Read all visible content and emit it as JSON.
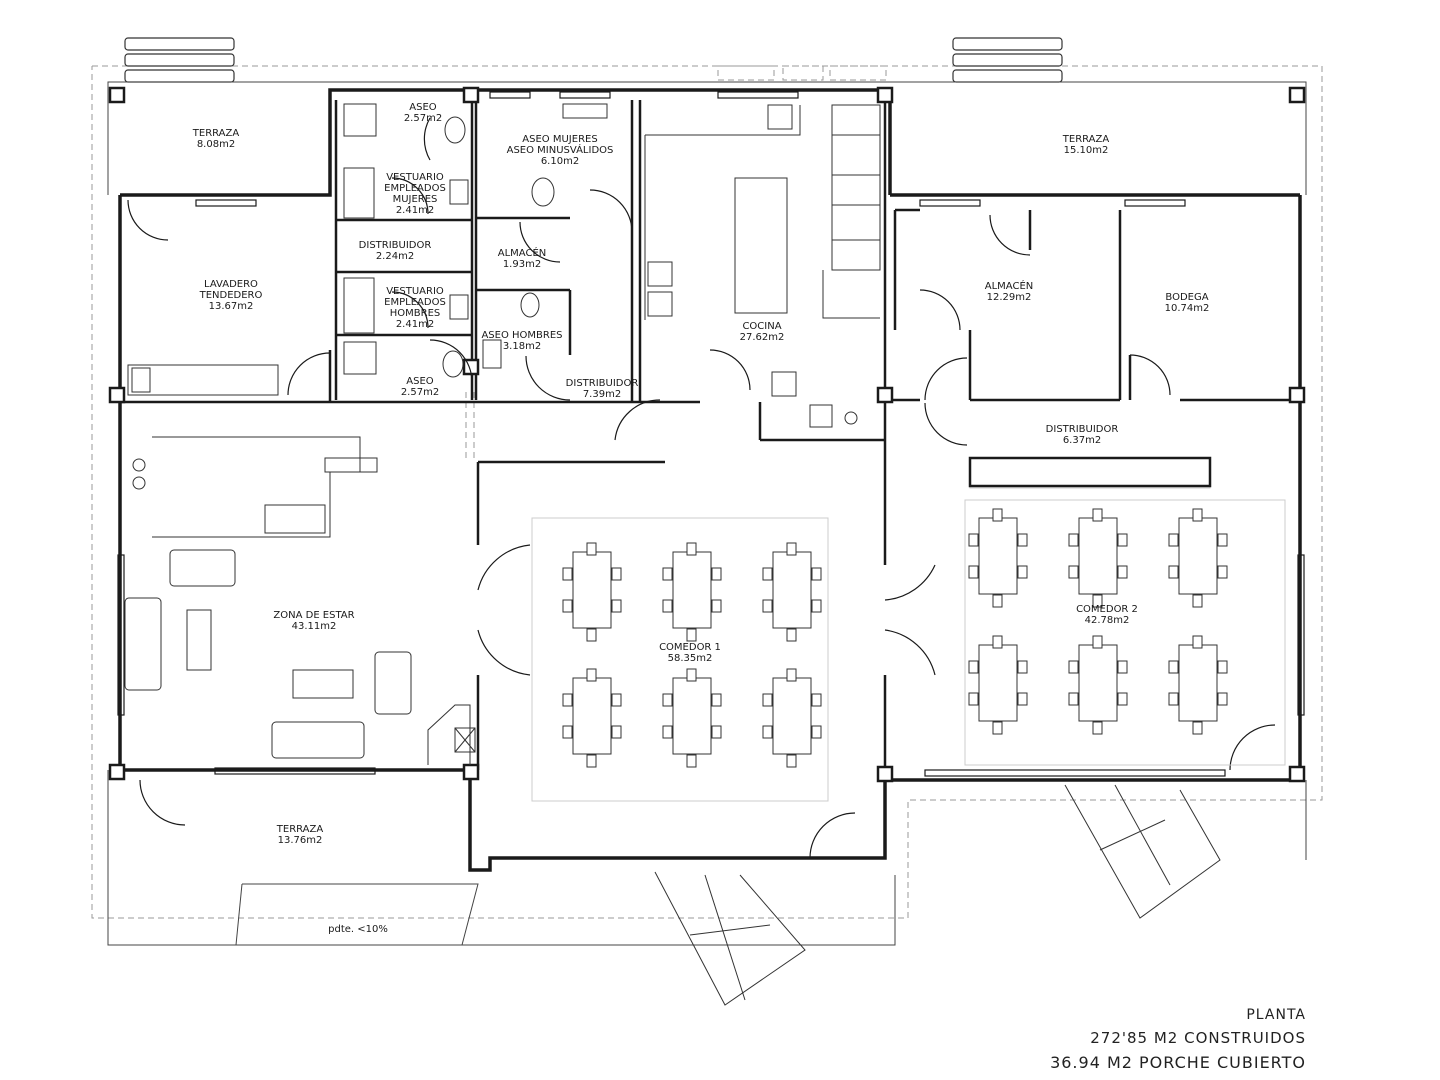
{
  "rooms": [
    {
      "name": "TERRAZA",
      "area": "8.08m2"
    },
    {
      "name": "ASEO",
      "area": "2.57m2"
    },
    {
      "name": "ASEO MUJERES",
      "name2": "ASEO MINUSVÁLIDOS",
      "area": "6.10m2"
    },
    {
      "name": "VESTUARIO",
      "name2": "EMPLEADOS",
      "name3": "MUJERES",
      "area": "2.41m2"
    },
    {
      "name": "DISTRIBUIDOR",
      "area": "2.24m2"
    },
    {
      "name": "ALMACÉN",
      "area": "1.93m2"
    },
    {
      "name": "LAVADERO",
      "name2": "TENDEDERO",
      "area": "13.67m2"
    },
    {
      "name": "VESTUARIO",
      "name2": "EMPLEADOS",
      "name3": "HOMBRES",
      "area": "2.41m2"
    },
    {
      "name": "ASEO HOMBRES",
      "area": "3.18m2"
    },
    {
      "name": "ASEO",
      "area": "2.57m2"
    },
    {
      "name": "DISTRIBUIDOR",
      "area": "7.39m2"
    },
    {
      "name": "COCINA",
      "area": "27.62m2"
    },
    {
      "name": "TERRAZA",
      "area": "15.10m2"
    },
    {
      "name": "ALMACÉN",
      "area": "12.29m2"
    },
    {
      "name": "BODEGA",
      "area": "10.74m2"
    },
    {
      "name": "DISTRIBUIDOR",
      "area": "6.37m2"
    },
    {
      "name": "ZONA DE ESTAR",
      "area": "43.11m2"
    },
    {
      "name": "COMEDOR 1",
      "area": "58.35m2"
    },
    {
      "name": "COMEDOR 2",
      "area": "42.78m2"
    },
    {
      "name": "TERRAZA",
      "area": "13.76m2"
    }
  ],
  "slope_label": "pdte. <10%",
  "legend": {
    "title": "PLANTA",
    "built_area": "272'85 M2 CONSTRUIDOS",
    "porch_area": "36.94 M2 PORCHE CUBIERTO"
  },
  "colors": {
    "ink": "#1a1a1a",
    "thin": "#555555",
    "dashed": "#9a9a9a",
    "background": "#ffffff"
  }
}
